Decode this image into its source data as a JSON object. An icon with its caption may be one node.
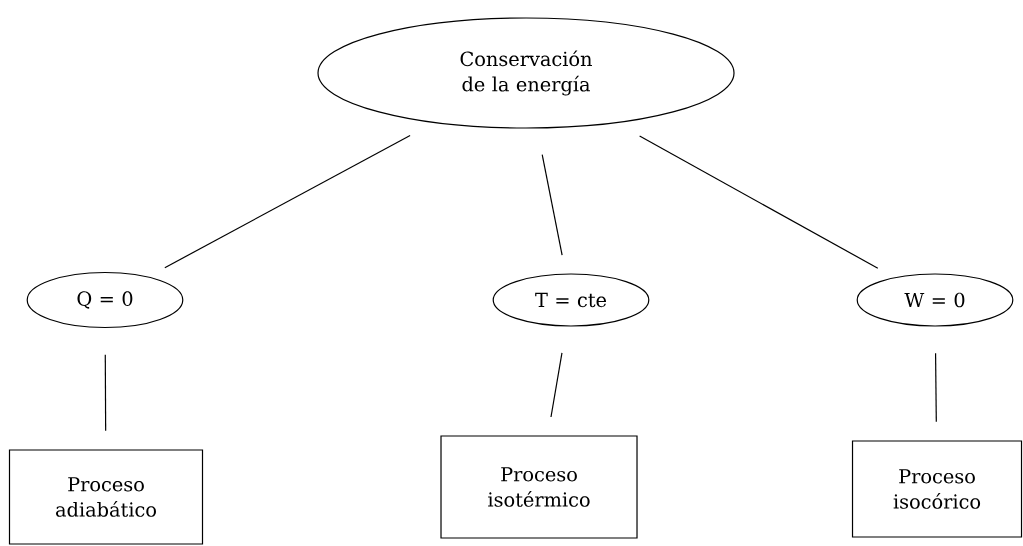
{
  "diagram": {
    "nodes": [
      {
        "text": [
          "Conservación de la energía"
        ]
      },
      {
        "text": [
          "Q = 0"
        ]
      },
      {
        "text": [
          "T = cte"
        ]
      },
      {
        "text": [
          "W = 0"
        ]
      },
      {
        "text": [
          "Proceso adiabático"
        ]
      },
      {
        "text": [
          "Proceso isotérmico"
        ]
      },
      {
        "text": [
          "Proceso isocórico"
        ]
      }
    ],
    "edges": [
      {
        "from": 0,
        "to": 1,
        "arrow": "none"
      },
      {
        "from": 0,
        "to": 2,
        "arrow": "none"
      },
      {
        "from": 0,
        "to": 3,
        "arrow": "none"
      },
      {
        "from": 1,
        "to": 4,
        "arrow": "none"
      },
      {
        "from": 2,
        "to": 5,
        "arrow": "none"
      },
      {
        "from": 3,
        "to": 6,
        "arrow": "none"
      }
    ]
  }
}
